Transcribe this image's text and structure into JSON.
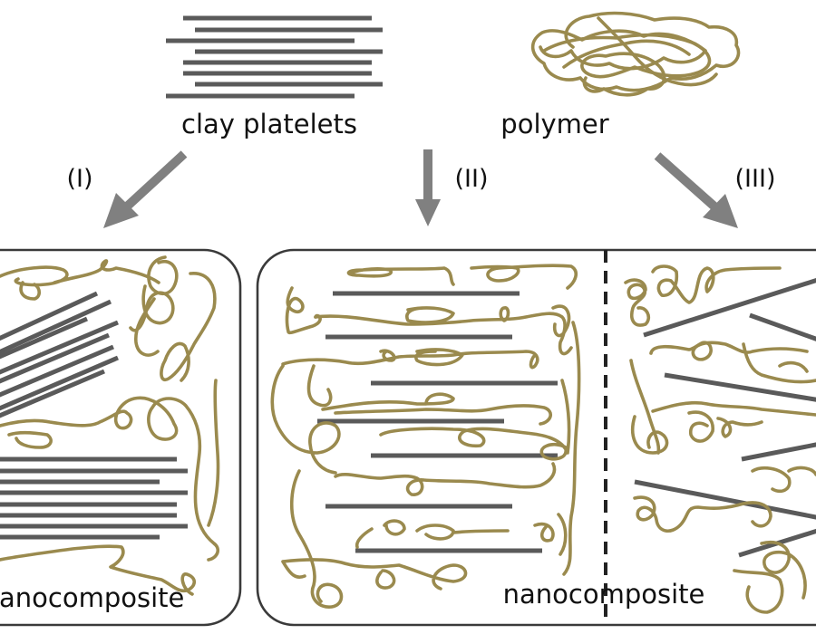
{
  "diagram": {
    "title": "Clay-polymer nanocomposite formation",
    "inputs": {
      "clay_label": "clay platelets",
      "polymer_label": "polymer"
    },
    "routes": [
      {
        "id": "I",
        "label": "(I)"
      },
      {
        "id": "II",
        "label": "(II)"
      },
      {
        "id": "III",
        "label": "(III)"
      }
    ],
    "panels": {
      "left_caption": "nanocomposite",
      "right_caption": "nanocomposite"
    },
    "colors": {
      "platelet": "#5a5a5a",
      "polymer_chain": "#9a8a4e",
      "arrow": "#808080",
      "panel_border": "#3a3a3a",
      "text": "#111111"
    }
  }
}
